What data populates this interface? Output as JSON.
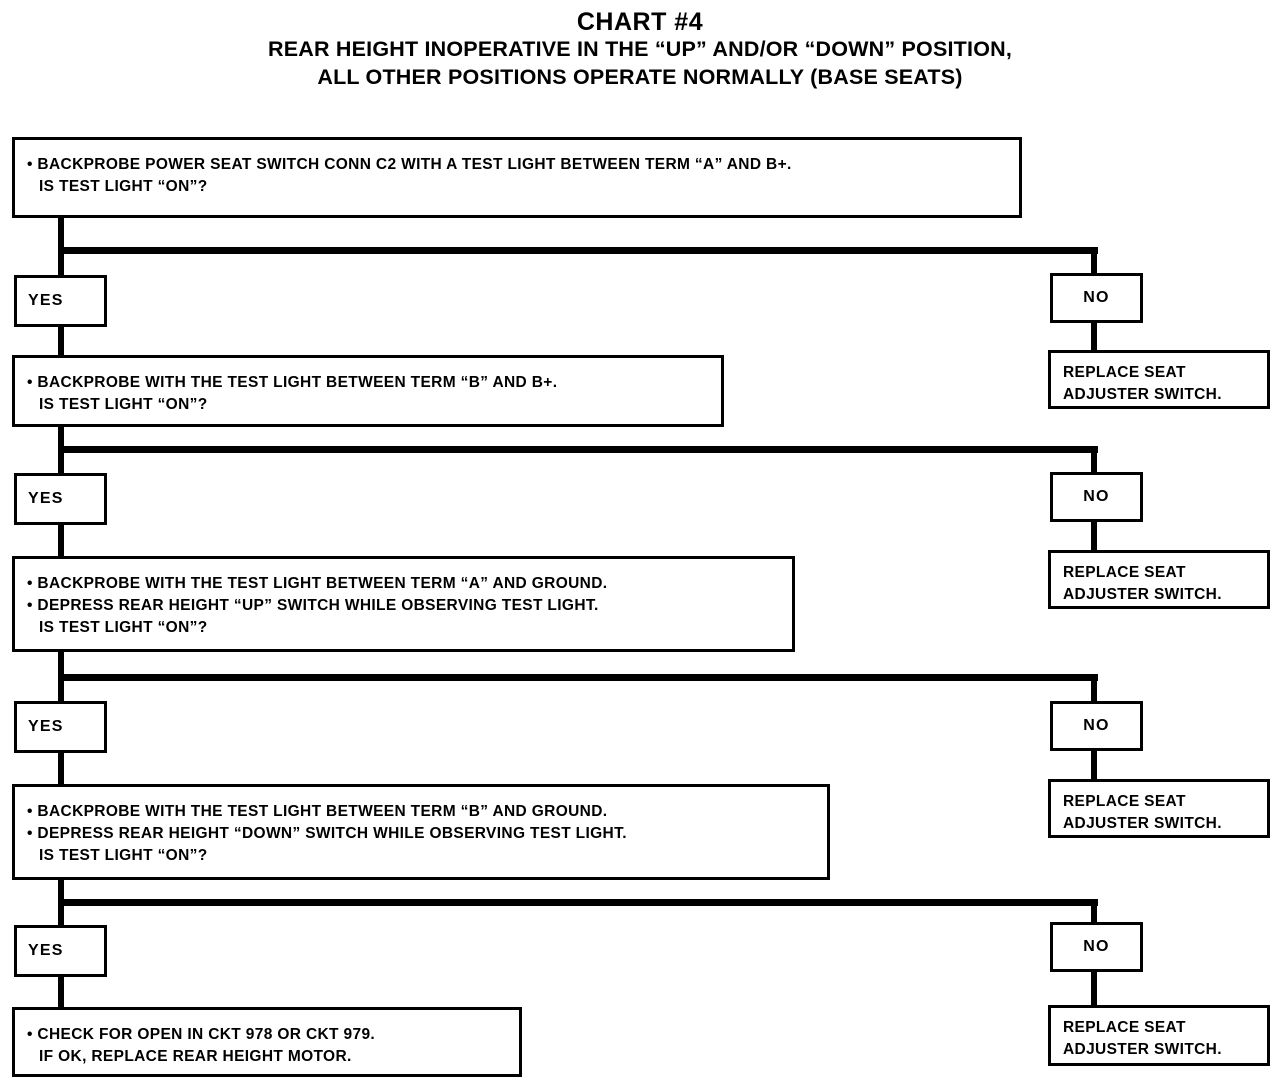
{
  "title": {
    "main": "CHART #4",
    "line2": "REAR HEIGHT INOPERATIVE IN THE “UP” AND/OR “DOWN” POSITION,",
    "line3": "ALL OTHER POSITIONS OPERATE NORMALLY (BASE SEATS)"
  },
  "labels": {
    "yes": "YES",
    "no": "NO"
  },
  "steps": [
    {
      "id": "step-1",
      "lines": [
        "• BACKPROBE POWER SEAT SWITCH CONN C2 WITH A TEST LIGHT BETWEEN TERM “A” AND B+.",
        "IS TEST LIGHT “ON”?"
      ],
      "yes": "YES",
      "no": "NO",
      "no_action": [
        "REPLACE SEAT",
        "ADJUSTER SWITCH."
      ]
    },
    {
      "id": "step-2",
      "lines": [
        "• BACKPROBE WITH THE TEST LIGHT BETWEEN TERM “B” AND B+.",
        "IS TEST LIGHT “ON”?"
      ],
      "yes": "YES",
      "no": "NO",
      "no_action": [
        "REPLACE SEAT",
        "ADJUSTER SWITCH."
      ]
    },
    {
      "id": "step-3",
      "lines": [
        "• BACKPROBE WITH THE TEST LIGHT BETWEEN TERM “A” AND GROUND.",
        "• DEPRESS REAR HEIGHT “UP” SWITCH WHILE OBSERVING TEST LIGHT.",
        "IS TEST LIGHT “ON”?"
      ],
      "yes": "YES",
      "no": "NO",
      "no_action": [
        "REPLACE SEAT",
        "ADJUSTER SWITCH."
      ]
    },
    {
      "id": "step-4",
      "lines": [
        "• BACKPROBE WITH THE TEST LIGHT BETWEEN TERM “B” AND GROUND.",
        "• DEPRESS REAR HEIGHT “DOWN” SWITCH WHILE OBSERVING TEST LIGHT.",
        "IS TEST LIGHT “ON”?"
      ],
      "yes": "YES",
      "no": "NO",
      "no_action": [
        "REPLACE SEAT",
        "ADJUSTER SWITCH."
      ]
    }
  ],
  "final": {
    "lines": [
      "• CHECK FOR OPEN IN CKT 978 OR CKT 979.",
      "IF OK, REPLACE REAR HEIGHT MOTOR."
    ]
  },
  "colors": {
    "ink": "#000000",
    "paper": "#ffffff"
  }
}
